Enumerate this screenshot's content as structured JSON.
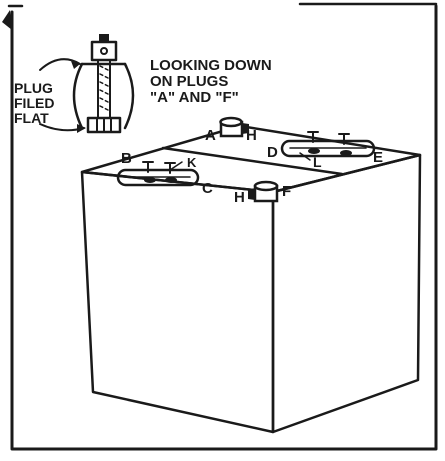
{
  "inset": {
    "caption_lines": [
      "LOOKING DOWN",
      "ON PLUGS",
      "\"A\" AND \"F\""
    ],
    "side_label_lines": [
      "PLUG",
      "FILED",
      "FLAT"
    ]
  },
  "plug_labels": {
    "a": "A",
    "b": "B",
    "c": "C",
    "d": "D",
    "e": "E",
    "f": "F",
    "h": "H",
    "k": "K",
    "l": "L"
  },
  "colors": {
    "ink": "#1a1a1a",
    "paper": "#ffffff"
  }
}
